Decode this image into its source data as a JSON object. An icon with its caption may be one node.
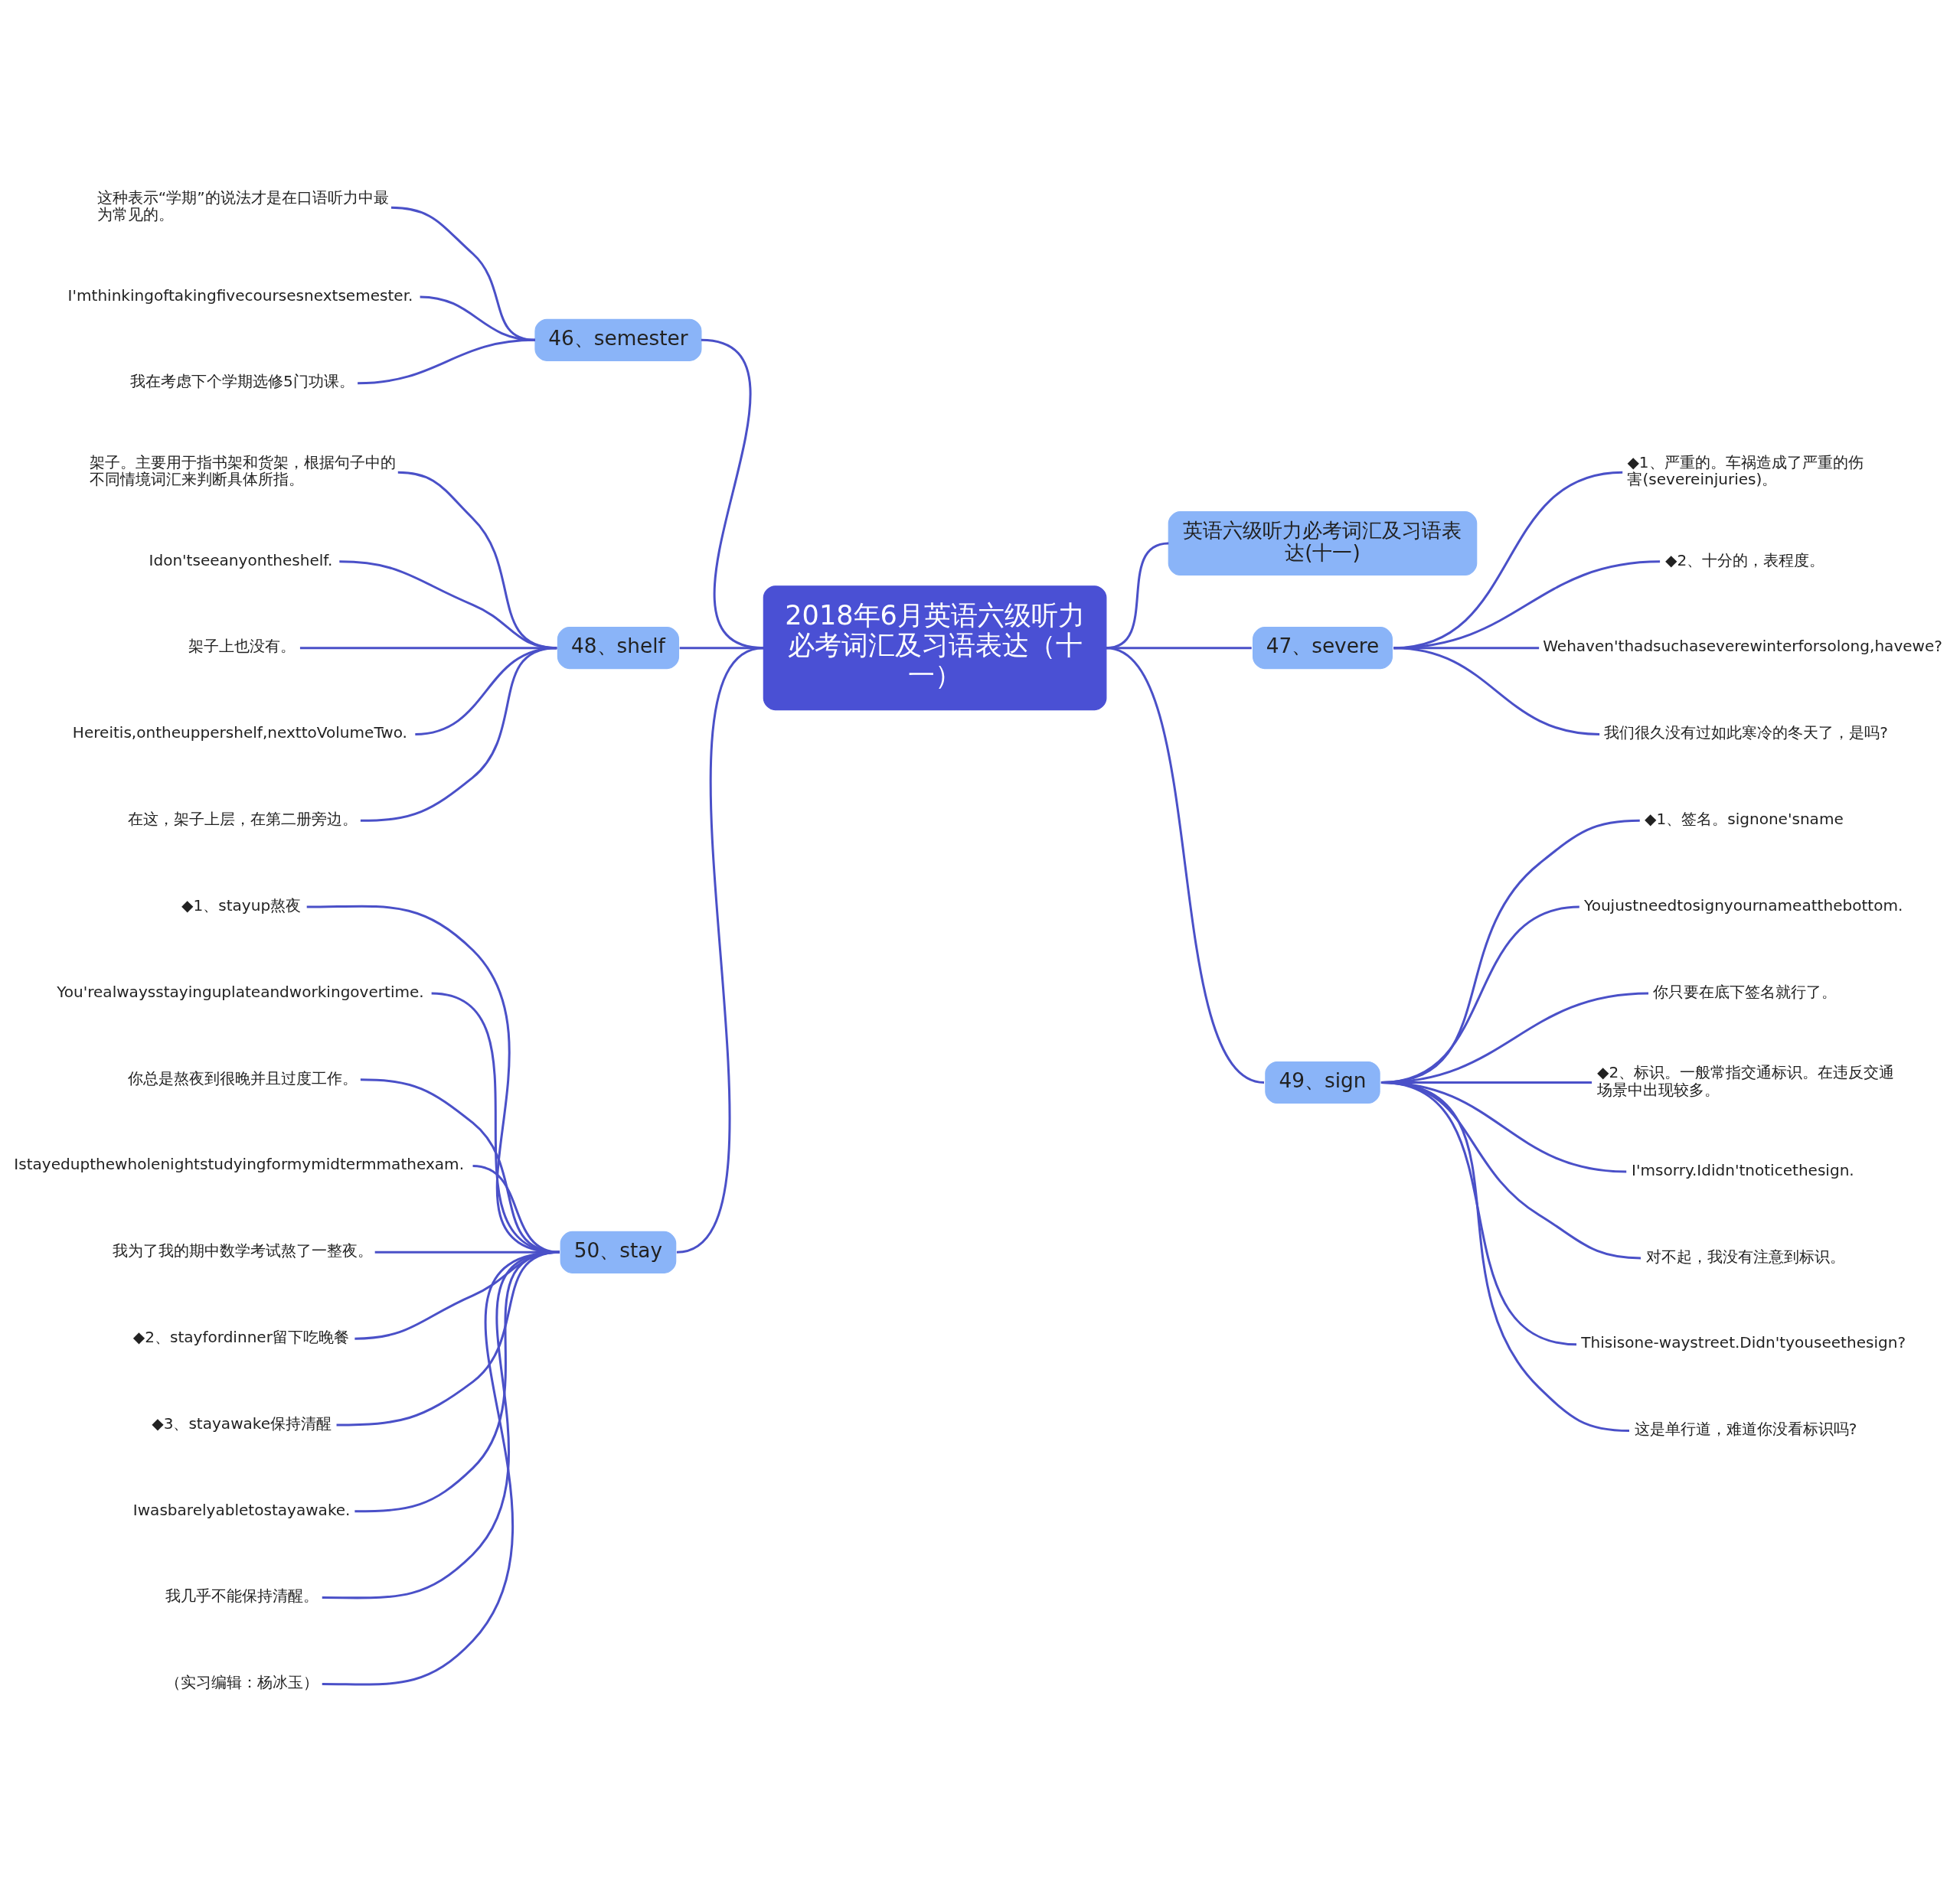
{
  "diagram": {
    "nodes": [
      {
        "text": [
          "2018年6月英语六级听力必考词汇及习语表达（十一）"
        ]
      },
      {
        "text": [
          "英语六级听力必考词汇及习语表达(十一)"
        ]
      },
      {
        "text": [
          "47、severe"
        ]
      },
      {
        "text": [
          "◆1、严重的。车祸造成了严重的伤害(severeinjuries)。"
        ]
      },
      {
        "text": [
          "◆2、十分的，表程度。"
        ]
      },
      {
        "text": [
          "Wehaven'thadsuchaseverewinterforsolong,havewe?"
        ]
      },
      {
        "text": [
          "我们很久没有过如此寒冷的冬天了，是吗?"
        ]
      },
      {
        "text": [
          "49、sign"
        ]
      },
      {
        "text": [
          "◆1、签名。signone'sname"
        ]
      },
      {
        "text": [
          "Youjustneedtosignyournameatthebottom."
        ]
      },
      {
        "text": [
          "你只要在底下签名就行了。"
        ]
      },
      {
        "text": [
          "◆2、标识。一般常指交通标识。在违反交通场景中出现较多。"
        ]
      },
      {
        "text": [
          "I'msorry.Ididn'tnoticethesign."
        ]
      },
      {
        "text": [
          "对不起，我没有注意到标识。"
        ]
      },
      {
        "text": [
          "Thisisone-waystreet.Didn'tyouseethesign?"
        ]
      },
      {
        "text": [
          "这是单行道，难道你没看标识吗?"
        ]
      },
      {
        "text": [
          "46、semester"
        ]
      },
      {
        "text": [
          "这种表示“学期”的说法才是在口语听力中最为常见的。"
        ]
      },
      {
        "text": [
          "I'mthinkingoftakingfivecoursesnextsemester."
        ]
      },
      {
        "text": [
          "我在考虑下个学期选修5门功课。"
        ]
      },
      {
        "text": [
          "48、shelf"
        ]
      },
      {
        "text": [
          "架子。主要用于指书架和货架，根据句子中的不同情境词汇来判断具体所指。"
        ]
      },
      {
        "text": [
          "Idon'tseeanyontheshelf."
        ]
      },
      {
        "text": [
          "架子上也没有。"
        ]
      },
      {
        "text": [
          "Hereitis,ontheuppershelf,nexttoVolumeTwo."
        ]
      },
      {
        "text": [
          "在这，架子上层，在第二册旁边。"
        ]
      },
      {
        "text": [
          "50、stay"
        ]
      },
      {
        "text": [
          "◆1、stayup熬夜"
        ]
      },
      {
        "text": [
          "You'realwaysstayinguplateandworkingovertime."
        ]
      },
      {
        "text": [
          "你总是熬夜到很晚并且过度工作。"
        ]
      },
      {
        "text": [
          "Istayedupthewholenightstudyingformymidtermmathexam."
        ]
      },
      {
        "text": [
          "我为了我的期中数学考试熬了一整夜。"
        ]
      },
      {
        "text": [
          "◆2、stayfordinner留下吃晚餐"
        ]
      },
      {
        "text": [
          "◆3、stayawake保持清醒"
        ]
      },
      {
        "text": [
          "Iwasbarelyabletostayawake."
        ]
      },
      {
        "text": [
          "我几乎不能保持清醒。"
        ]
      },
      {
        "text": [
          "（实习编辑：杨冰玉）"
        ]
      }
    ],
    "edges": [
      {
        "from": 0,
        "to": 1,
        "arrow": "none"
      },
      {
        "from": 0,
        "to": 2,
        "arrow": "none"
      },
      {
        "from": 2,
        "to": 3,
        "arrow": "none"
      },
      {
        "from": 2,
        "to": 4,
        "arrow": "none"
      },
      {
        "from": 2,
        "to": 5,
        "arrow": "none"
      },
      {
        "from": 2,
        "to": 6,
        "arrow": "none"
      },
      {
        "from": 0,
        "to": 7,
        "arrow": "none"
      },
      {
        "from": 7,
        "to": 8,
        "arrow": "none"
      },
      {
        "from": 7,
        "to": 9,
        "arrow": "none"
      },
      {
        "from": 7,
        "to": 10,
        "arrow": "none"
      },
      {
        "from": 7,
        "to": 11,
        "arrow": "none"
      },
      {
        "from": 7,
        "to": 12,
        "arrow": "none"
      },
      {
        "from": 7,
        "to": 13,
        "arrow": "none"
      },
      {
        "from": 7,
        "to": 14,
        "arrow": "none"
      },
      {
        "from": 7,
        "to": 15,
        "arrow": "none"
      },
      {
        "from": 0,
        "to": 16,
        "arrow": "none"
      },
      {
        "from": 16,
        "to": 17,
        "arrow": "none"
      },
      {
        "from": 16,
        "to": 18,
        "arrow": "none"
      },
      {
        "from": 16,
        "to": 19,
        "arrow": "none"
      },
      {
        "from": 0,
        "to": 20,
        "arrow": "none"
      },
      {
        "from": 20,
        "to": 21,
        "arrow": "none"
      },
      {
        "from": 20,
        "to": 22,
        "arrow": "none"
      },
      {
        "from": 20,
        "to": 23,
        "arrow": "none"
      },
      {
        "from": 20,
        "to": 24,
        "arrow": "none"
      },
      {
        "from": 20,
        "to": 25,
        "arrow": "none"
      },
      {
        "from": 0,
        "to": 26,
        "arrow": "none"
      },
      {
        "from": 26,
        "to": 27,
        "arrow": "none"
      },
      {
        "from": 26,
        "to": 28,
        "arrow": "none"
      },
      {
        "from": 26,
        "to": 29,
        "arrow": "none"
      },
      {
        "from": 26,
        "to": 30,
        "arrow": "none"
      },
      {
        "from": 26,
        "to": 31,
        "arrow": "none"
      },
      {
        "from": 26,
        "to": 32,
        "arrow": "none"
      },
      {
        "from": 26,
        "to": 33,
        "arrow": "none"
      },
      {
        "from": 26,
        "to": 34,
        "arrow": "none"
      },
      {
        "from": 26,
        "to": 35,
        "arrow": "none"
      },
      {
        "from": 26,
        "to": 36,
        "arrow": "none"
      }
    ]
  }
}
